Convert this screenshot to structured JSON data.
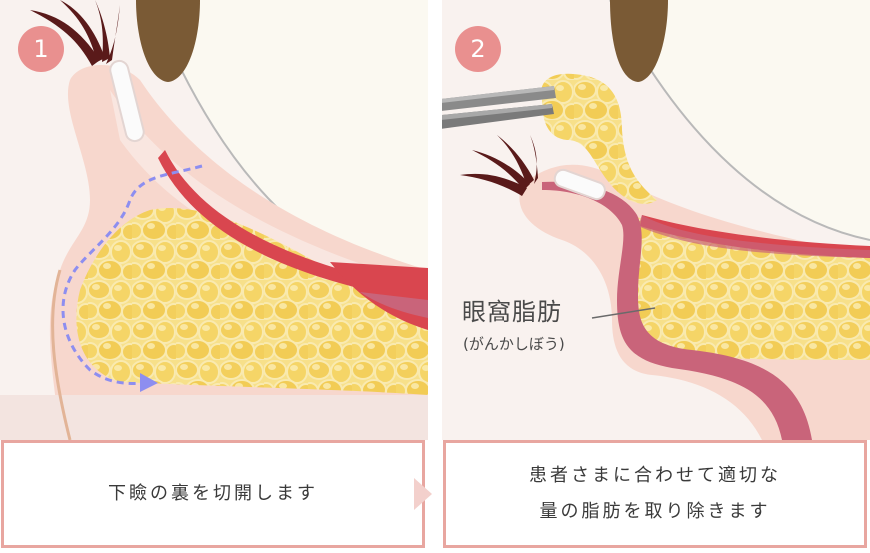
{
  "steps": [
    {
      "number": "1",
      "caption_lines": [
        "下瞼の裏を切開します"
      ]
    },
    {
      "number": "2",
      "caption_lines": [
        "患者さまに合わせて適切な",
        "量の脂肪を取り除きます"
      ]
    }
  ],
  "labels": {
    "fat_name": "眼窩脂肪",
    "fat_reading": "(がんかしぼう)"
  },
  "colors": {
    "badge": "#e9908f",
    "caption_border": "#e8a6a0",
    "skin": "#f6d9d0",
    "fat": "#f5d56a",
    "muscle_red": "#d9464f",
    "mauve": "#c9647a",
    "incision_path": "#8d8ef0",
    "eye_white": "#fbf9f1"
  }
}
